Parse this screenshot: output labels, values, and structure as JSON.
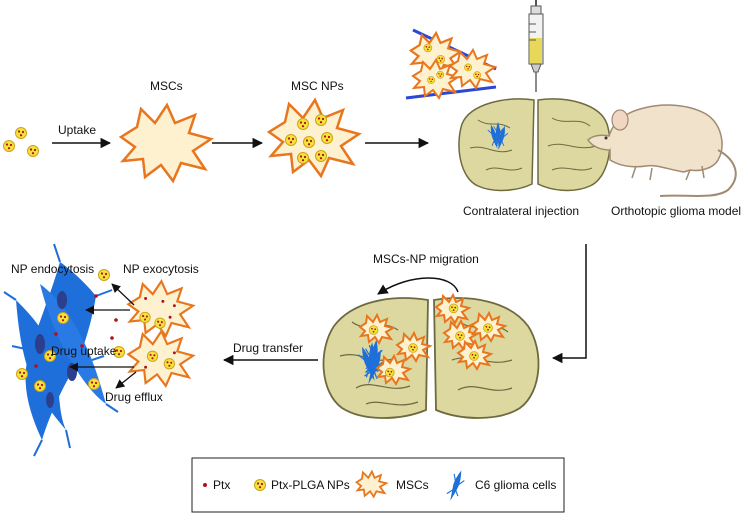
{
  "labels": {
    "uptake": "Uptake",
    "mscs": "MSCs",
    "msc_nps": "MSC NPs",
    "contralateral_injection": "Contralateral injection",
    "orthotopic_model": "Orthotopic glioma model",
    "migration": "MSCs-NP migration",
    "drug_transfer": "Drug transfer",
    "np_endocytosis": "NP endocytosis",
    "np_exocytosis": "NP exocytosis",
    "drug_uptake": "Drug uptake",
    "drug_efflux": "Drug efflux"
  },
  "legend": {
    "ptx": "Ptx",
    "ptx_plga_nps": "Ptx-PLGA NPs",
    "mscs": "MSCs",
    "c6_glioma": "C6 glioma cells"
  },
  "colors": {
    "msc_fill": "#fdf1cf",
    "msc_stroke": "#e8761e",
    "np_fill": "#f6e23a",
    "np_stroke": "#c9a31a",
    "ptx": "#b0101a",
    "brain_fill": "#ddd8a0",
    "glioma": "#1e6fd9",
    "mouse_fill": "#f1e2cc",
    "mouse_stroke": "#a08a72",
    "arrow": "#111111"
  }
}
